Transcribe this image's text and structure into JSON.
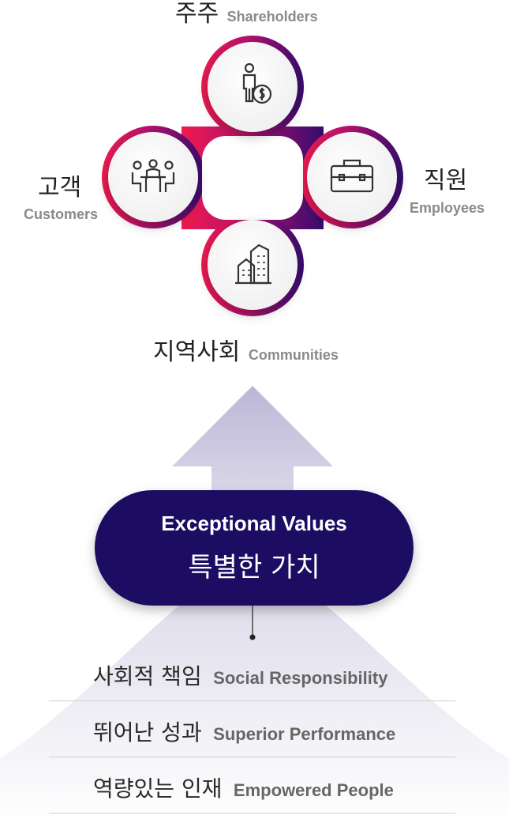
{
  "stakeholders": {
    "shareholders": {
      "kr": "주주",
      "en": "Shareholders",
      "icon": "person-coin-icon"
    },
    "customers": {
      "kr": "고객",
      "en": "Customers",
      "icon": "meeting-people-icon"
    },
    "employees": {
      "kr": "직원",
      "en": "Employees",
      "icon": "briefcase-icon"
    },
    "communities": {
      "kr": "지역사회",
      "en": "Communities",
      "icon": "buildings-icon"
    }
  },
  "core": {
    "en": "Exceptional Values",
    "kr": "특별한 가치"
  },
  "foundations": [
    {
      "kr": "사회적 책임",
      "en": "Social Responsibility"
    },
    {
      "kr": "뛰어난 성과",
      "en": "Superior Performance"
    },
    {
      "kr": "역량있는 인재",
      "en": "Empowered People"
    }
  ],
  "colors": {
    "gradient_start": "#e8164f",
    "gradient_mid": "#b0126c",
    "gradient_end": "#3d0a6e",
    "pill": "#1a0a63",
    "arrow": "#c7c2dc"
  }
}
